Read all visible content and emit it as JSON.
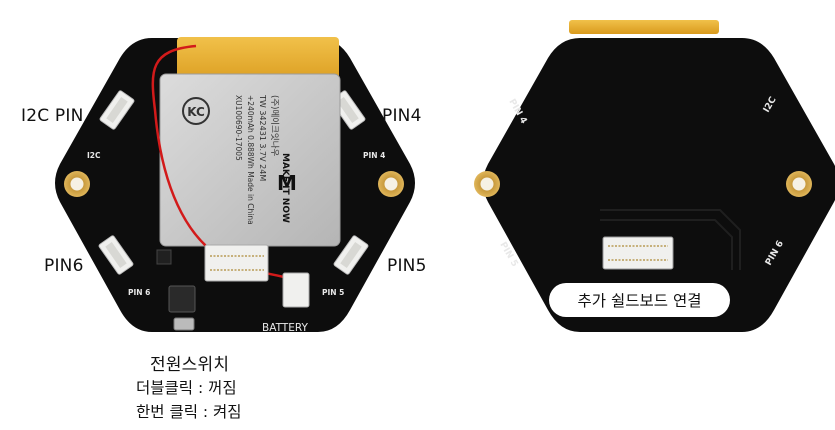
{
  "callouts": {
    "i2c_pin": "I2C PIN",
    "pin4": "PIN4",
    "pin6": "PIN6",
    "pin5": "PIN5",
    "power_switch_title": "전원스위치",
    "double_click": "더블클릭 : 꺼짐",
    "single_click": "한번 클릭 : 켜짐",
    "shield_connect": "추가 쉴드보드 연결"
  },
  "front_silkscreen": {
    "i2c": "I2C",
    "pin4": "PIN 4",
    "pin6": "PIN 6",
    "pin5": "PIN 5",
    "battery": "BATTERY"
  },
  "battery_label": {
    "maker": "(주)메이크잇나우",
    "model": "TW 342431 3.7V 24M",
    "capacity": "+240mAh 0.888Wh Made in China",
    "cert": "XU100690-17005",
    "kc": "KC",
    "brand": "MAKE IT NOW"
  },
  "back_silkscreen": {
    "pin4": "PIN 4",
    "i2c": "I2C",
    "pin5": "PIN 5",
    "pin6": "PIN 6"
  },
  "colors": {
    "pcb": "#0d0d0d",
    "gold": "#d8ac4e",
    "battery_wrap": "#e8ad2a",
    "battery_body": "#c7c7c7",
    "connector": "#f0f0ee",
    "wire_red": "#d21a1a"
  }
}
